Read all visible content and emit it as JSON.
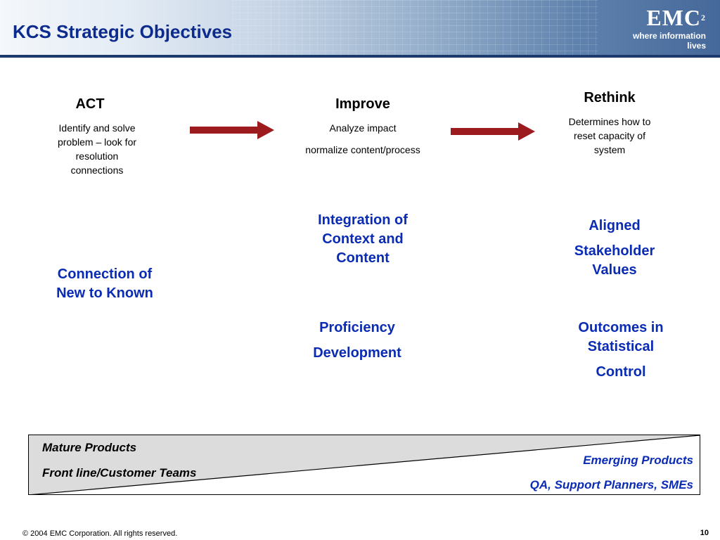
{
  "header": {
    "title": "KCS Strategic Objectives",
    "logo": {
      "name": "EMC",
      "superscript": "2",
      "tagline": "where information lives"
    }
  },
  "columns": [
    {
      "heading": "ACT",
      "description": [
        "Identify and solve",
        "problem – look for",
        "resolution",
        "connections"
      ]
    },
    {
      "heading": "Improve",
      "description": [
        "Analyze impact",
        "normalize content/process"
      ]
    },
    {
      "heading": "Rethink",
      "description": [
        "Determines how to",
        "reset capacity of",
        "system"
      ]
    }
  ],
  "objectives": {
    "connection": [
      "Connection of",
      "New to Known"
    ],
    "integration": [
      "Integration of",
      "Context and",
      "Content"
    ],
    "proficiency": [
      "Proficiency",
      "Development"
    ],
    "aligned": [
      "Aligned",
      "Stakeholder",
      "Values"
    ],
    "outcomes": [
      "Outcomes in",
      "Statistical",
      "Control"
    ]
  },
  "banner": {
    "left": [
      "Mature Products",
      "Front line/Customer Teams"
    ],
    "right": [
      "Emerging Products",
      "QA, Support Planners, SMEs"
    ]
  },
  "footer": {
    "copyright": "© 2004 EMC Corporation. All rights reserved.",
    "page": "10"
  },
  "colors": {
    "title": "#0d2b8c",
    "objective_text": "#0a2bb4",
    "arrow": "#9b1b1f",
    "banner_fill": "#dcdcdc"
  }
}
